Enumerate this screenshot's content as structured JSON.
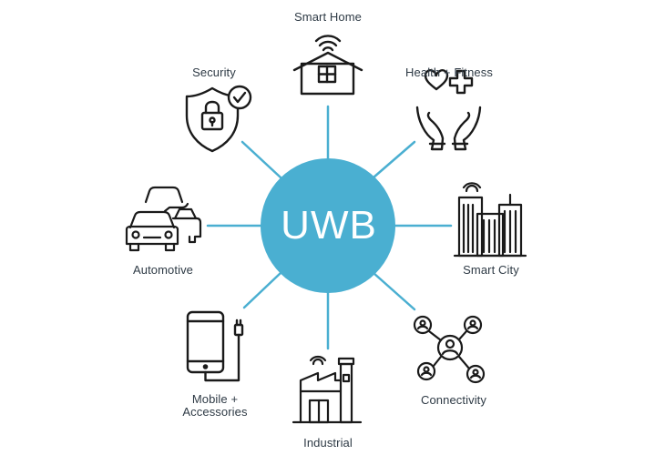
{
  "hub": {
    "label": "UWB",
    "color": "#4aafd1"
  },
  "connector_color": "#4aafd1",
  "icon_color": "#1a1a1a",
  "nodes": {
    "smart_home": {
      "label": "Smart Home",
      "icon": "house-wifi-icon"
    },
    "health_fitness": {
      "label": "Health + Fitness",
      "icon": "hands-heart-cross-icon"
    },
    "smart_city": {
      "label": "Smart City",
      "icon": "city-buildings-icon"
    },
    "connectivity": {
      "label": "Connectivity",
      "icon": "network-people-icon"
    },
    "industrial": {
      "label": "Industrial",
      "icon": "factory-icon"
    },
    "mobile": {
      "label_line1": "Mobile +",
      "label_line2": "Accessories",
      "icon": "smartphone-charger-icon"
    },
    "automotive": {
      "label": "Automotive",
      "icon": "cars-icon"
    },
    "security": {
      "label": "Security",
      "icon": "shield-lock-check-icon"
    }
  }
}
